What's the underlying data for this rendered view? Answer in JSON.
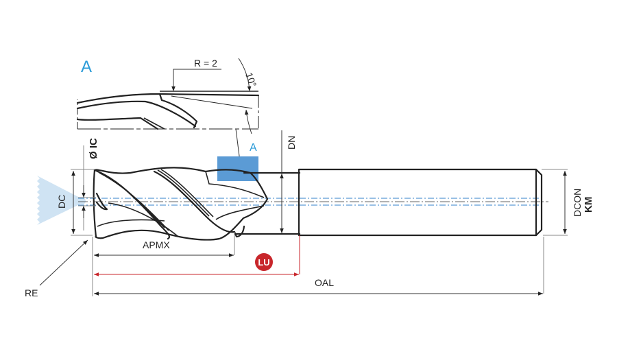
{
  "drawing": {
    "title": "End mill dimension drawing",
    "detail_view": {
      "label": "A",
      "radius_label": "R = 2",
      "angle_label": "10°"
    },
    "detail_marker_label": "A",
    "labels": {
      "ic": "Ø IC",
      "dc": "DC",
      "dn": "DN",
      "dcon": "DCON",
      "km": "KM",
      "apmx": "APMX",
      "lu": "LU",
      "oal": "OAL",
      "re": "RE"
    },
    "colors": {
      "accent_blue": "#2b9bd8",
      "highlight_blue": "#5b9bd5",
      "coolant_blue": "#cfe3f3",
      "lu_red": "#c8262b",
      "line": "#222222"
    }
  }
}
